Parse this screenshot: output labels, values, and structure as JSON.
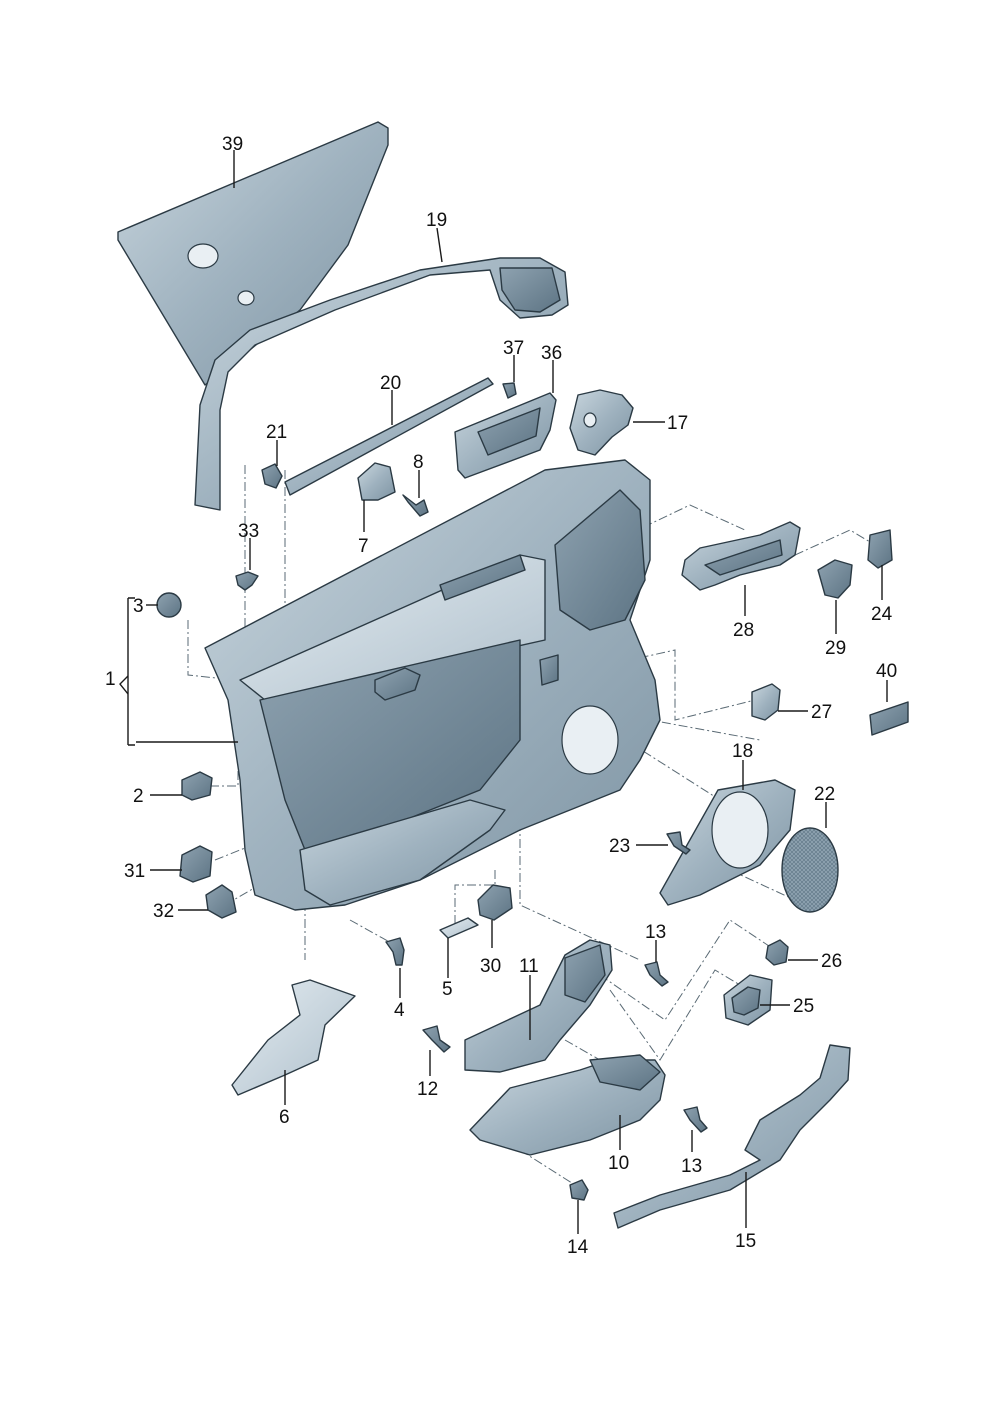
{
  "diagram": {
    "callouts": [
      {
        "id": "39",
        "text": "39"
      },
      {
        "id": "19",
        "text": "19"
      },
      {
        "id": "37",
        "text": "37"
      },
      {
        "id": "36",
        "text": "36"
      },
      {
        "id": "20",
        "text": "20"
      },
      {
        "id": "17",
        "text": "17"
      },
      {
        "id": "21",
        "text": "21"
      },
      {
        "id": "8",
        "text": "8"
      },
      {
        "id": "7",
        "text": "7"
      },
      {
        "id": "33",
        "text": "33"
      },
      {
        "id": "3",
        "text": "3"
      },
      {
        "id": "1",
        "text": "1"
      },
      {
        "id": "28",
        "text": "28"
      },
      {
        "id": "24",
        "text": "24"
      },
      {
        "id": "29",
        "text": "29"
      },
      {
        "id": "40",
        "text": "40"
      },
      {
        "id": "27",
        "text": "27"
      },
      {
        "id": "18",
        "text": "18"
      },
      {
        "id": "22",
        "text": "22"
      },
      {
        "id": "2",
        "text": "2"
      },
      {
        "id": "23",
        "text": "23"
      },
      {
        "id": "31",
        "text": "31"
      },
      {
        "id": "32",
        "text": "32"
      },
      {
        "id": "13a",
        "text": "13"
      },
      {
        "id": "26",
        "text": "26"
      },
      {
        "id": "4",
        "text": "4"
      },
      {
        "id": "5",
        "text": "5"
      },
      {
        "id": "30",
        "text": "30"
      },
      {
        "id": "11",
        "text": "11"
      },
      {
        "id": "25",
        "text": "25"
      },
      {
        "id": "12",
        "text": "12"
      },
      {
        "id": "6",
        "text": "6"
      },
      {
        "id": "10",
        "text": "10"
      },
      {
        "id": "13b",
        "text": "13"
      },
      {
        "id": "15",
        "text": "15"
      },
      {
        "id": "14",
        "text": "14"
      }
    ]
  }
}
